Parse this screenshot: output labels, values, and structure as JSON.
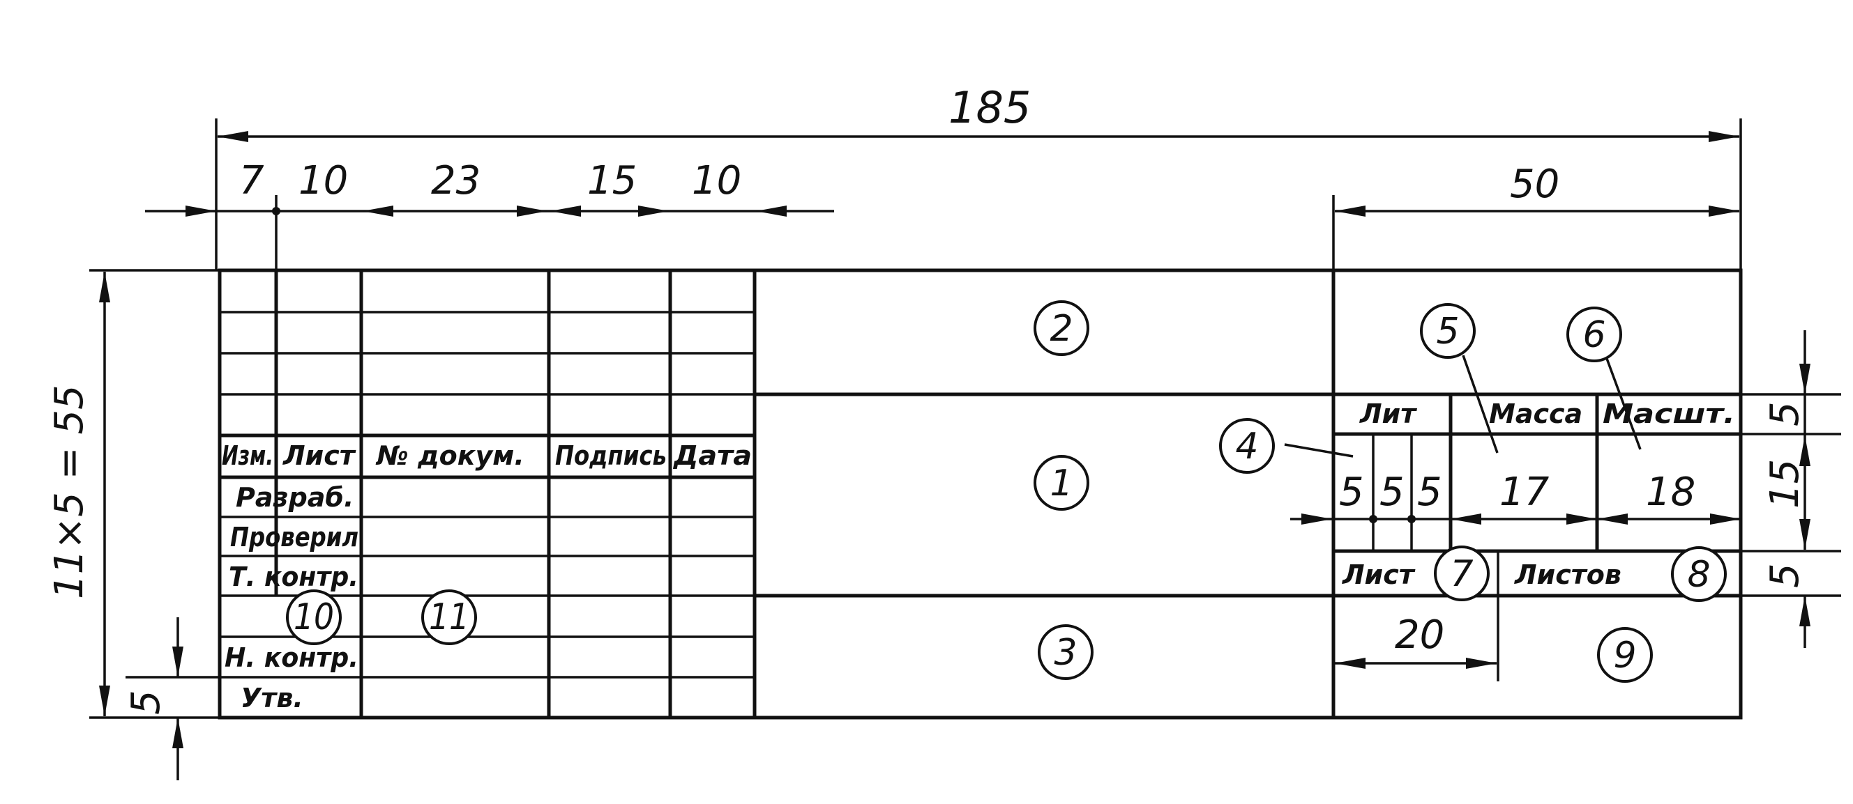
{
  "dimensions": {
    "total_width": "185",
    "col_7": "7",
    "col_10a": "10",
    "col_23": "23",
    "col_15": "15",
    "col_10b": "10",
    "right_block": "50",
    "height_total": "11×5 = 55",
    "row_height": "5",
    "lit_5a": "5",
    "lit_5b": "5",
    "lit_5c": "5",
    "mass_17": "17",
    "scale_18": "18",
    "right_5_top": "5",
    "right_15": "15",
    "right_5_bottom": "5",
    "sheet_20": "20"
  },
  "table_labels": {
    "izm": "Изм.",
    "list": "Лист",
    "doc_no": "№ докум.",
    "signature": "Подпись",
    "date": "Дата",
    "developed": "Разраб.",
    "checked": "Проверил",
    "tech_control": "Т. контр.",
    "norm_control": "Н. контр.",
    "approved": "Утв.",
    "lit": "Лит",
    "mass": "Масса",
    "scale": "Масшт.",
    "sheet": "Лист",
    "sheets": "Листов"
  },
  "callouts": [
    "1",
    "2",
    "3",
    "4",
    "5",
    "6",
    "7",
    "8",
    "9",
    "10",
    "11"
  ],
  "colors": {
    "ink": "#111111",
    "paper": "#ffffff"
  }
}
